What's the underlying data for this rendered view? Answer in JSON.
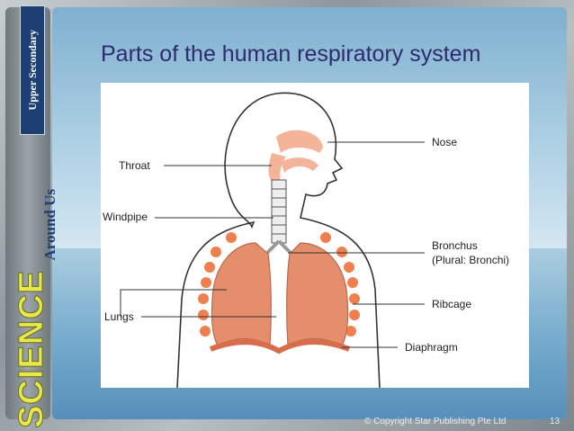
{
  "sidebar": {
    "badge": "Upper Secondary",
    "logo_top": "Around Us",
    "logo_main": "SCIENCE"
  },
  "slide": {
    "title": "Parts of the human respiratory system",
    "footer": "© Copyright Star Publishing Pte Ltd",
    "page_number": "13"
  },
  "diagram": {
    "labels": {
      "nose": "Nose",
      "throat": "Throat",
      "windpipe": "Windpipe",
      "bronchus": "Bronchus",
      "bronchus_note": "(Plural: Bronchi)",
      "ribcage": "Ribcage",
      "lungs": "Lungs",
      "diaphragm": "Diaphragm"
    },
    "colors": {
      "lung": "#e58e6b",
      "airway": "#f3b49a",
      "rib": "#ef7f4e",
      "outline": "#333333"
    }
  }
}
